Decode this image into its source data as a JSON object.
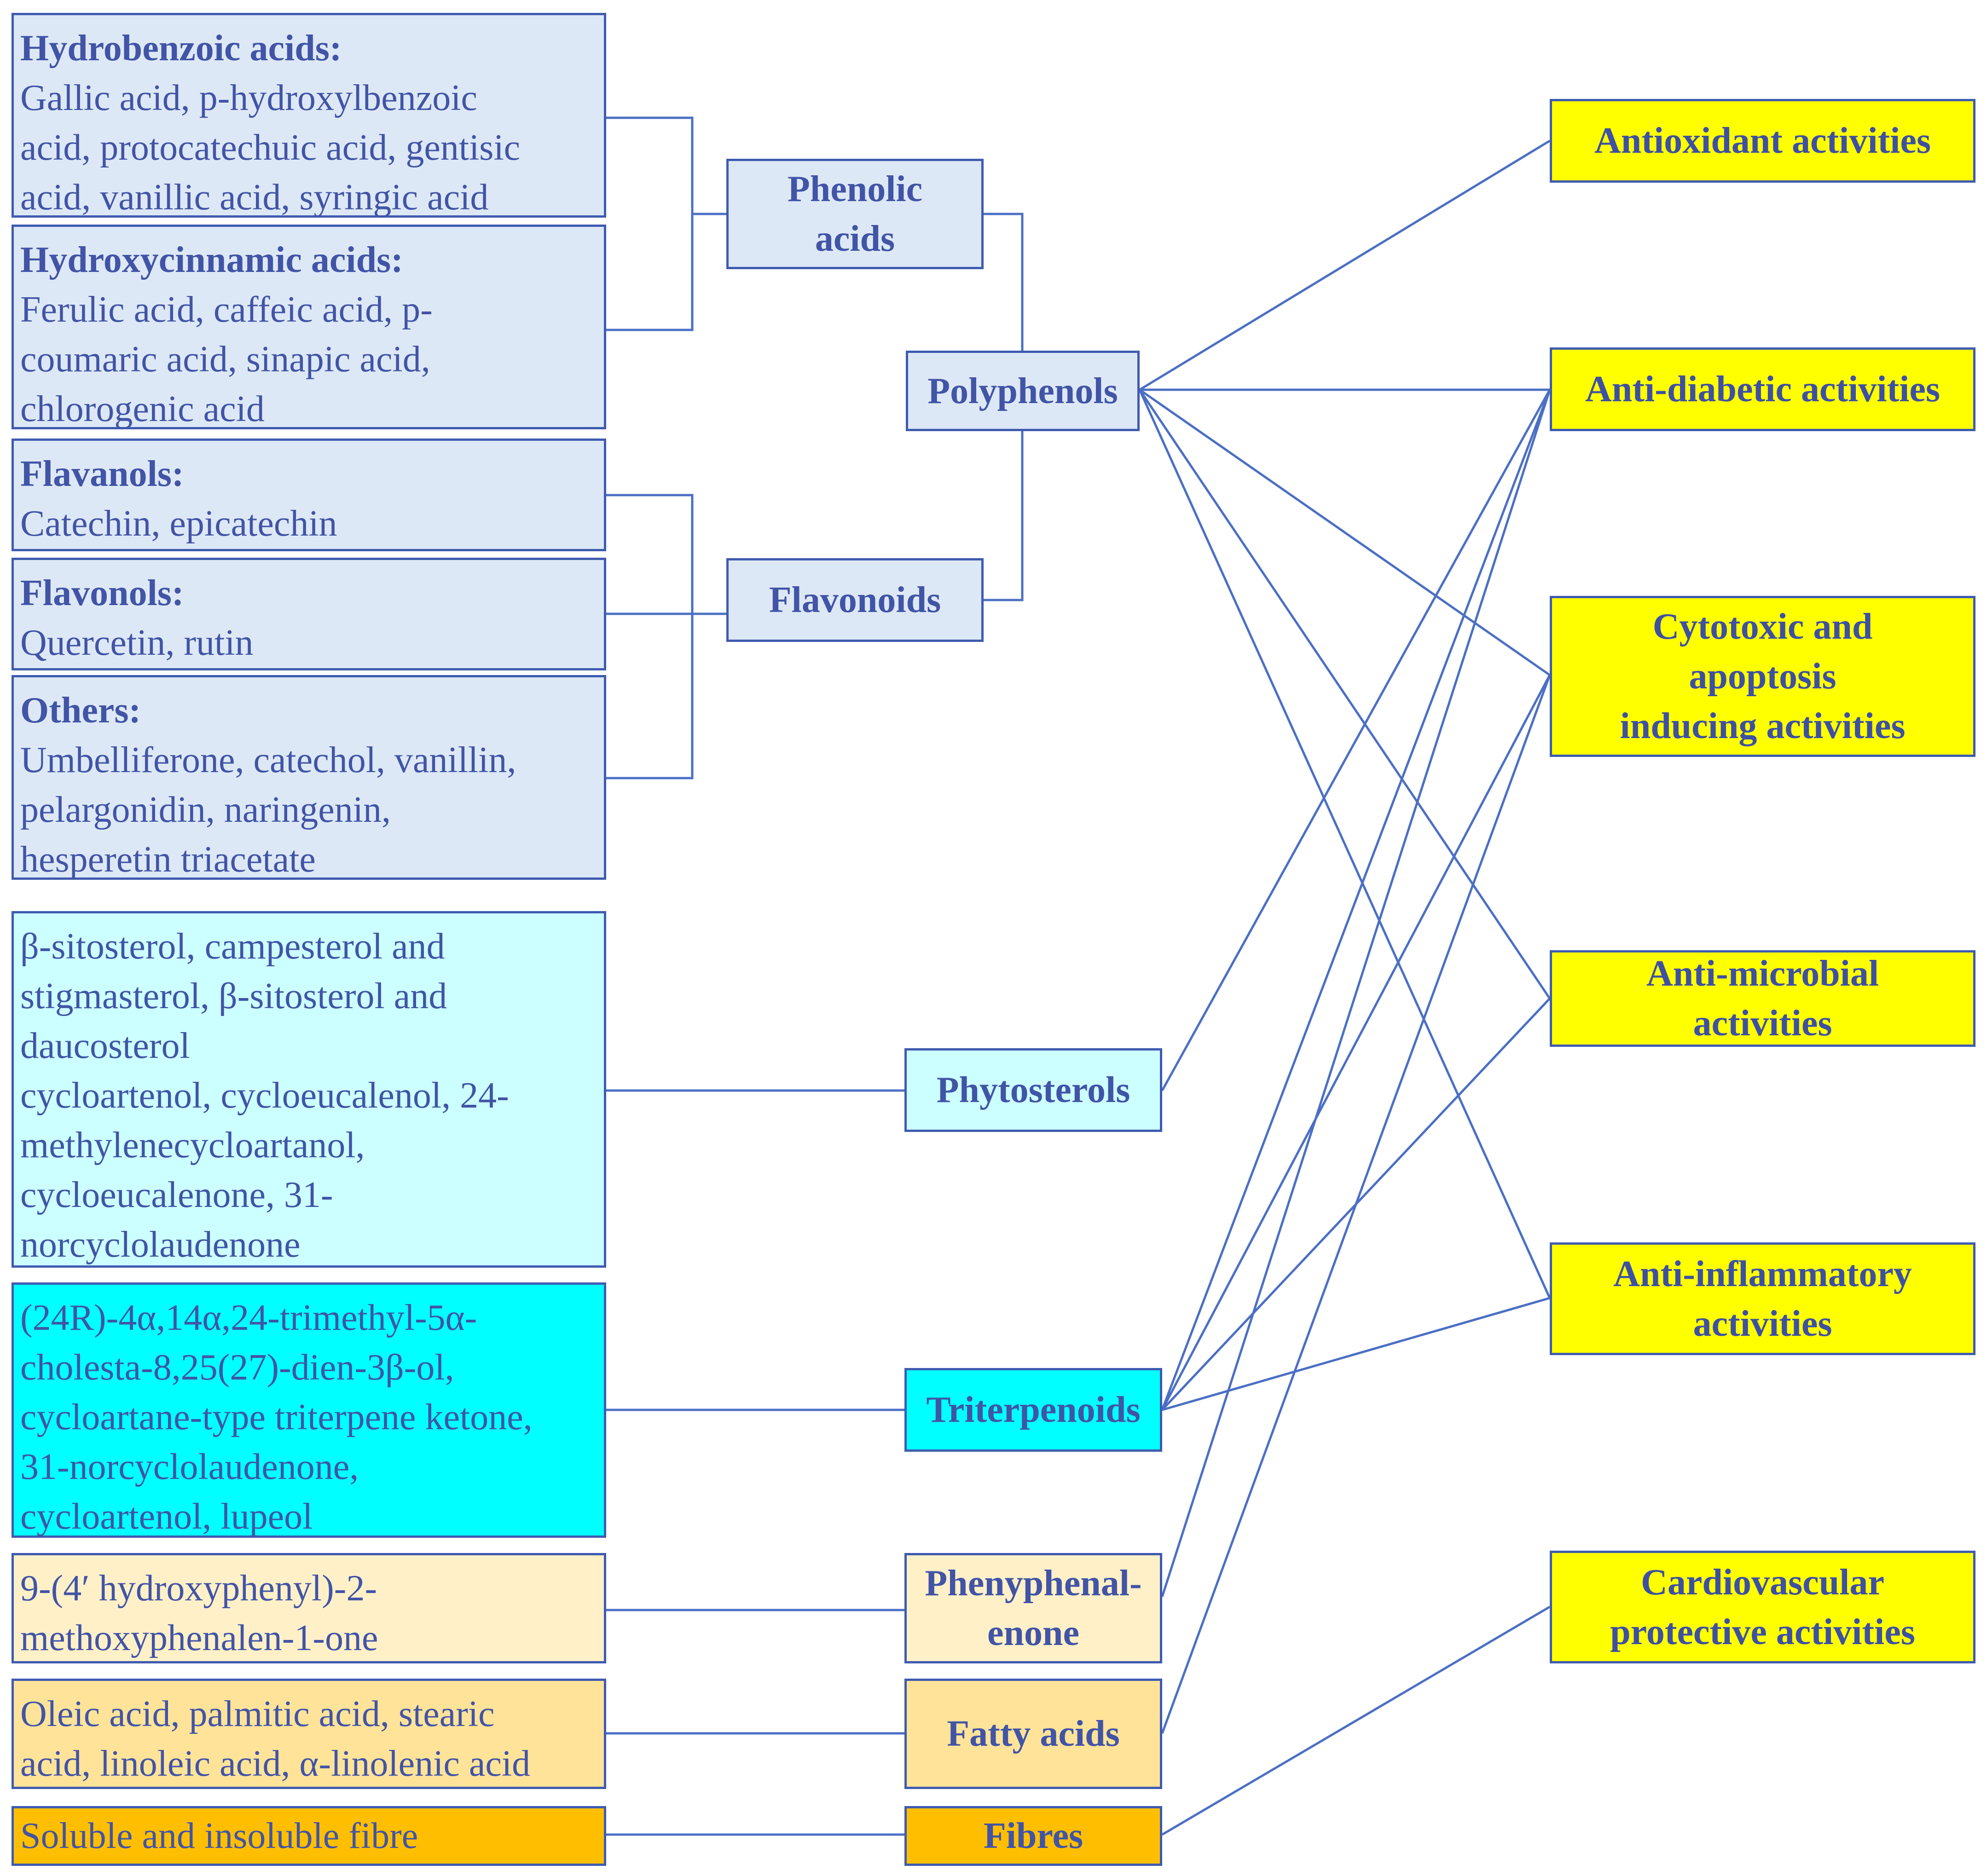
{
  "sources": {
    "hydrobenzoic": {
      "heading": "Hydrobenzoic acids:",
      "lines": [
        "Gallic acid, p-hydroxylbenzoic",
        "acid, protocatechuic acid, gentisic",
        "acid, vanillic acid, syringic acid"
      ]
    },
    "hydroxycinnamic": {
      "heading": "Hydroxycinnamic acids:",
      "lines": [
        "Ferulic acid, caffeic acid, p-",
        "coumaric acid, sinapic acid,",
        "chlorogenic acid"
      ]
    },
    "flavanols": {
      "heading": "Flavanols:",
      "lines": [
        "Catechin, epicatechin"
      ]
    },
    "flavonols": {
      "heading": "Flavonols:",
      "lines": [
        "Quercetin, rutin"
      ]
    },
    "others": {
      "heading": "Others:",
      "lines": [
        "Umbelliferone, catechol, vanillin,",
        "pelargonidin, naringenin,",
        "hesperetin triacetate"
      ]
    },
    "phytosterols": {
      "lines": [
        "β-sitosterol, campesterol and",
        "stigmasterol, β-sitosterol and",
        "daucosterol",
        "cycloartenol, cycloeucalenol, 24-",
        "methylenecycloartanol,",
        "cycloeucalenone, 31-",
        "norcyclolaudenone"
      ]
    },
    "triterpenoids": {
      "lines": [
        "(24R)-4α,14α,24-trimethyl-5α-",
        "cholesta-8,25(27)-dien-3β-ol,",
        "cycloartane-type triterpene ketone,",
        "31-norcyclolaudenone,",
        "cycloartenol, lupeol"
      ]
    },
    "phenyphenalenone": {
      "lines": [
        "9-(4ʹ hydroxyphenyl)-2-",
        "methoxyphenalen-1-one"
      ]
    },
    "fatty_acids": {
      "lines": [
        "Oleic acid, palmitic acid, stearic",
        "acid, linoleic acid, α-linolenic acid"
      ]
    },
    "fibres": {
      "lines": [
        "Soluble and insoluble fibre"
      ]
    }
  },
  "classes": {
    "phenolic_acids": [
      "Phenolic",
      "acids"
    ],
    "flavonoids": [
      "Flavonoids"
    ],
    "polyphenols": [
      "Polyphenols"
    ],
    "phytosterols": [
      "Phytosterols"
    ],
    "triterpenoids": [
      "Triterpenoids"
    ],
    "phenyphenalenone": [
      "Phenyphenal-",
      "enone"
    ],
    "fatty_acids": [
      "Fatty acids"
    ],
    "fibres": [
      "Fibres"
    ]
  },
  "activities": {
    "antioxidant": [
      "Antioxidant activities"
    ],
    "antidiabetic": [
      "Anti-diabetic activities"
    ],
    "cytotoxic": [
      "Cytotoxic and",
      "apoptosis",
      "inducing activities"
    ],
    "antimicrobial": [
      "Anti-microbial",
      "activities"
    ],
    "antiinflammatory": [
      "Anti-inflammatory",
      "activities"
    ],
    "cardiovascular": [
      "Cardiovascular",
      "protective activities"
    ]
  },
  "colors": {
    "link": "#4b6fc4",
    "border": "#3f5bb0",
    "text": "#4154a6",
    "phenolic_fill": "#dde8f6",
    "phytosterol_fill": "#ccffff",
    "triterpenoid_fill": "#00ffff",
    "phenyphenalenone_fill": "#fff0c8",
    "fatty_acid_fill": "#ffe399",
    "fibre_fill": "#ffbf00",
    "activity_fill": "#ffff00"
  }
}
